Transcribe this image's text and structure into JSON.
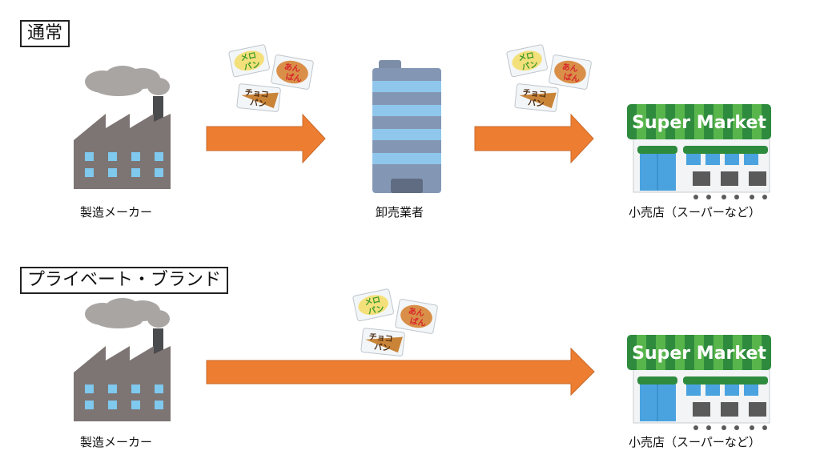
{
  "sections": [
    {
      "label": "通常",
      "nodes": [
        {
          "id": "manufacturer",
          "caption": "製造メーカー",
          "icon": "factory-icon"
        },
        {
          "id": "wholesaler",
          "caption": "卸売業者",
          "icon": "office-building-icon"
        },
        {
          "id": "retailer",
          "caption": "小売店（スーパーなど）",
          "icon": "supermarket-icon"
        }
      ],
      "arrows": [
        {
          "from": "manufacturer",
          "to": "wholesaler",
          "goods": "bread-packages-icon"
        },
        {
          "from": "wholesaler",
          "to": "retailer",
          "goods": "bread-packages-icon"
        }
      ]
    },
    {
      "label": "プライベート・ブランド",
      "nodes": [
        {
          "id": "manufacturer",
          "caption": "製造メーカー",
          "icon": "factory-icon"
        },
        {
          "id": "retailer",
          "caption": "小売店（スーパーなど）",
          "icon": "supermarket-icon"
        }
      ],
      "arrows": [
        {
          "from": "manufacturer",
          "to": "retailer",
          "goods": "bread-packages-icon"
        }
      ]
    }
  ],
  "goods": {
    "melon_pan": [
      "メロ",
      "パン"
    ],
    "anpan": [
      "あん",
      "ぱん"
    ],
    "choco_pan": [
      "チョコ",
      "パン"
    ]
  },
  "store_sign": "Super Market",
  "colors": {
    "arrow": "#ED7D31",
    "arrow_border": "#C96A2A",
    "factory": "#7D7573",
    "smoke": "#A9A5A3",
    "window": "#7FC8EE",
    "building": "#8397B5",
    "building_stripe": "#8FC7EC",
    "store_green": "#2E8B3E",
    "store_green_light": "#58B54C",
    "store_blue": "#4AA3DF"
  }
}
